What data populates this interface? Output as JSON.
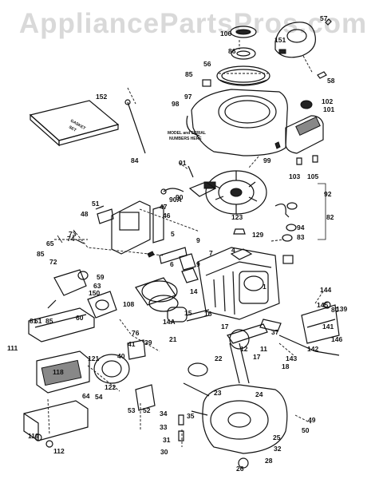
{
  "watermark": "AppliancePartsPros.com",
  "box_text": [
    "GASKET",
    "SET"
  ],
  "note": [
    "MODEL and SERIAL",
    "NUMBERS HERE"
  ],
  "callouts": [
    "1",
    "4",
    "5",
    "6",
    "7",
    "9",
    "9",
    "11",
    "12",
    "14",
    "14A",
    "15",
    "16",
    "17",
    "17",
    "18",
    "21",
    "22",
    "23",
    "24",
    "25",
    "26",
    "28",
    "30",
    "31",
    "32",
    "33",
    "34",
    "35",
    "37",
    "39",
    "40",
    "41",
    "46",
    "47",
    "48",
    "49",
    "50",
    "51",
    "52",
    "53",
    "54",
    "56",
    "57",
    "58",
    "59",
    "60",
    "61",
    "63",
    "64",
    "65",
    "72",
    "73",
    "74",
    "76",
    "80",
    "81",
    "82",
    "83",
    "84",
    "85",
    "85",
    "85",
    "86",
    "90",
    "90A",
    "91",
    "92",
    "94",
    "97",
    "98",
    "99",
    "101",
    "102",
    "103",
    "105",
    "106",
    "108",
    "111",
    "112",
    "118",
    "119",
    "121",
    "122",
    "123",
    "129",
    "139",
    "141",
    "142",
    "143",
    "144",
    "145",
    "146",
    "150",
    "151",
    "152"
  ]
}
